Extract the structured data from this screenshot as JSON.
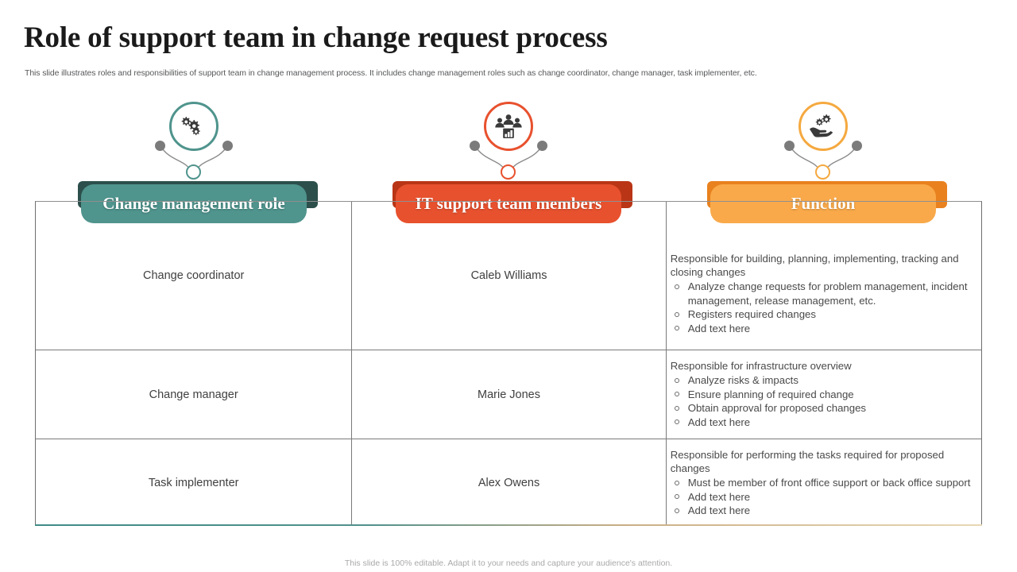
{
  "header": {
    "title": "Role of support team in change request process",
    "subtitle": "This slide illustrates roles and responsibilities of support team in change management process. It includes change management roles such as change coordinator, change manager, task implementer, etc."
  },
  "colors": {
    "teal": "#4f948d",
    "teal_dark": "#2c4f4b",
    "red": "#e8512e",
    "red_dark": "#b93516",
    "orange": "#f9a94a",
    "orange_dark": "#e8811e",
    "icon_dark": "#3a3a3a",
    "dot_grey": "#7b7b7b"
  },
  "icons": [
    {
      "name": "gears-icon",
      "ring_color": "#4f948d",
      "stem_color": "#4f948d"
    },
    {
      "name": "team-analytics-icon",
      "ring_color": "#e8512e",
      "stem_color": "#e8512e"
    },
    {
      "name": "hand-gears-icon",
      "ring_color": "#f5a93f",
      "stem_color": "#f5a93f"
    }
  ],
  "columns": [
    {
      "label": "Change management role",
      "color": "#4f948d",
      "shadow": "#2c4f4b"
    },
    {
      "label": "IT support team members",
      "color": "#e8512e",
      "shadow": "#b93516"
    },
    {
      "label": "Function",
      "color": "#f9a94a",
      "shadow": "#e8811e"
    }
  ],
  "rows": [
    {
      "role": "Change coordinator",
      "member": "Caleb Williams",
      "function_head": "Responsible for building, planning, implementing, tracking and closing changes",
      "function_items": [
        "Analyze change requests for problem management, incident management, release management, etc.",
        "Registers required changes",
        "Add text here"
      ]
    },
    {
      "role": "Change manager",
      "member": "Marie Jones",
      "function_head": "Responsible for infrastructure overview",
      "function_items": [
        "Analyze risks & impacts",
        "Ensure planning of required change",
        "Obtain approval for proposed changes",
        "Add text here"
      ]
    },
    {
      "role": "Task implementer",
      "member": "Alex Owens",
      "function_head": "Responsible for performing the tasks required for proposed changes",
      "function_items": [
        "Must be member of front office support or back office support",
        "Add text here",
        "Add text here"
      ]
    }
  ],
  "footer": {
    "note": "This slide is 100% editable. Adapt it to your needs and capture your audience's attention."
  }
}
